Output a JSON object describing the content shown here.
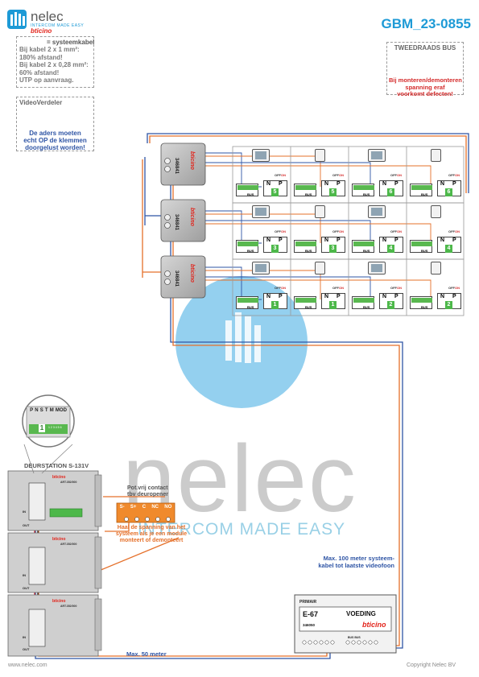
{
  "brand": {
    "name": "nelec",
    "tagline": "INTERCOM MADE EASY",
    "partner": "bticino",
    "accent": "#1d9ad6",
    "partner_color": "#e2231a"
  },
  "document_number": "GBM_23-0855",
  "cable_note": {
    "title": "= systeemkabel",
    "lines": [
      "Bij kabel 2 x 1 mm²:",
      "180% afstand!",
      "Bij kabel 2 x 0,28 mm²:",
      "60% afstand!",
      "UTP op aanvraag."
    ]
  },
  "video_distributor": {
    "title": "VideoVerdeler",
    "note_lines": [
      "De aders moeten",
      "echt OP de klemmen",
      "doorgelust worden!"
    ]
  },
  "two_wire_bus": {
    "title": "TWEEDRAADS BUS",
    "warning_lines": [
      "Bij monteren/demonteren",
      "spanning eraf",
      "voorkomt defecten!"
    ]
  },
  "distributors": {
    "model": "346841",
    "brand_label": "bticino",
    "count": 3
  },
  "monitors": {
    "rows": [
      {
        "ids": [
          "5",
          "5",
          "6",
          "6"
        ]
      },
      {
        "ids": [
          "3",
          "3",
          "4",
          "4"
        ]
      },
      {
        "ids": [
          "1",
          "1",
          "2",
          "2"
        ]
      }
    ],
    "types": [
      "video",
      "audio",
      "video",
      "audio"
    ],
    "terminal_bus": "BUS",
    "terminal_n": "N",
    "terminal_p": "P",
    "switch_off": "OFF",
    "switch_on": "ON"
  },
  "door_station": {
    "title": "DEURSTATION S-131V",
    "modules": [
      "ART.352/000",
      "ART.352/000",
      "ART.352/000"
    ],
    "port_in": "IN",
    "port_out": "OUT",
    "dip_labels": [
      "P",
      "N",
      "S",
      "T",
      "M",
      "MOD"
    ],
    "dip_value": "1",
    "dip_extra": "1 2 3 4 5 6"
  },
  "potential_free_contact": {
    "title_lines": [
      "Pot.vrij contact",
      "tbv deuropener"
    ],
    "terminals": [
      "S-",
      "S+",
      "C",
      "NC",
      "NO"
    ]
  },
  "power_note_lines": [
    "Haal de spanning van het",
    "systeem als je een module",
    "monteert of demonteert"
  ],
  "max_system_cable_lines": [
    "Max. 100 meter systeem-",
    "kabel tot laatste videofoon"
  ],
  "max_door_cable": "Max. 50 meter",
  "power_supply": {
    "code": "E-67",
    "name": "VOEDING",
    "model": "346050",
    "label_primary": "PRIMAIR",
    "brand_label": "bticino",
    "terminal_labels": "BUS BUS"
  },
  "footer": {
    "website": "www.nelec.com",
    "copyright": "Copyright Nelec BV"
  }
}
